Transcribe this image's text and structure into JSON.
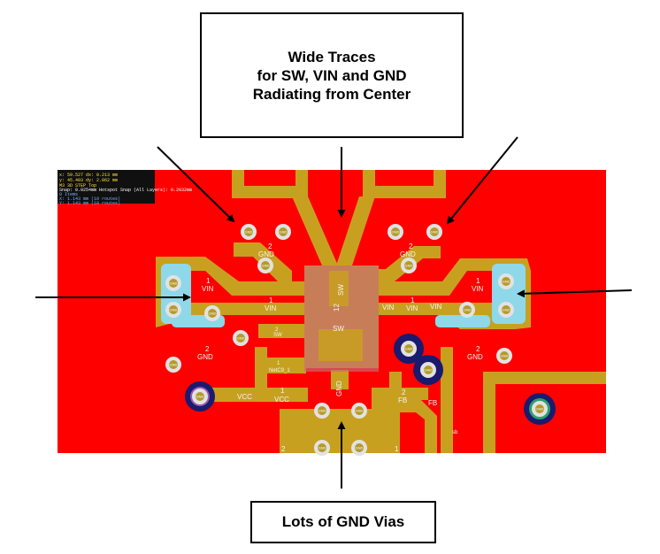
{
  "callouts": {
    "top": {
      "line1": "Wide Traces",
      "line2": "for SW, VIN and GND",
      "line3": "Radiating from Center"
    },
    "bottom": {
      "text": "Lots of GND Vias"
    }
  },
  "hud": {
    "line1": "x: 59.527   dx: 0.213 mm",
    "line2": "y: 45.403   dy: 2.062 mm",
    "line3": "M3 3D STEP Top",
    "line4": "Snap: 0.0254mm Hotspot Snap (All Layers): 0.2032mm",
    "line5": "0 Items",
    "line6": "X:   1.143 mm  (10 routes)",
    "line7": "Y:   1.143 mm  (10 routes)"
  },
  "pcb_labels": {
    "sw_pin": "SW",
    "sw_pin_number": "12",
    "sw_center": "SW",
    "sw_small": "SW",
    "sw_small_number": "2",
    "gnd_center": "GND",
    "net_small": "NetC9_1",
    "net_small_number": "1",
    "gnd_top_left": "GND",
    "gnd_top_left_number": "2",
    "gnd_top_right": "GND",
    "gnd_top_right_number": "2",
    "vin_left_outer": "VIN",
    "vin_left_outer_number": "1",
    "vin_left_inner": "VIN",
    "vin_left_inner_number": "1",
    "vin_ic_left": "VIN",
    "vin_ic_right_1": "VIN",
    "vin_ic_right_1_number": "1",
    "vin_ic_right_2": "VIN",
    "vin_right_outer": "VIN",
    "vin_right_outer_number": "1",
    "gnd_left_mid": "GND",
    "gnd_left_mid_number": "2",
    "gnd_right_mid": "GND",
    "gnd_right_mid_number": "2",
    "vcc_1": "VCC",
    "vcc_2": "VCC",
    "vcc_2_number": "1",
    "fb_1": "FB",
    "fb_1_number": "2",
    "fb_2": "FB",
    "bottom_number_left": "2",
    "bottom_number_right": "1",
    "bottom_right_small": "sb",
    "via": "GND"
  },
  "colors": {
    "pcb_background": "#ff0000",
    "copper": "#c8a020",
    "copper_alt": "#b8941c",
    "solder_mask_opening": "#8ed8ea",
    "ic_highlight": "#c86a78",
    "via_ring": "#e2e2e2",
    "via_center": "#b49a2c",
    "plated_hole": "#1a1a6e",
    "hud_background": "#101010",
    "hud_text": "#ffe030",
    "arrow": "#000000"
  }
}
